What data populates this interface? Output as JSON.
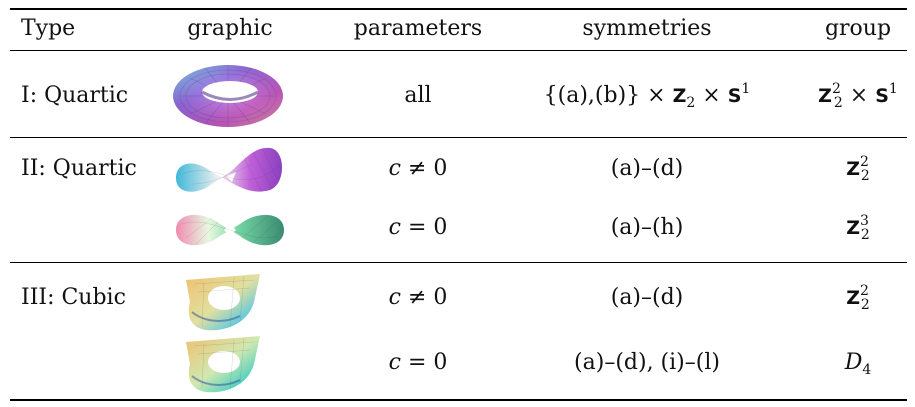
{
  "header": {
    "type": "Type",
    "graphic": "graphic",
    "parameters": "parameters",
    "symmetries": "symmetries",
    "group": "group"
  },
  "rows": [
    {
      "type": "I: Quartic",
      "parameters": "all",
      "symmetries_prefix": "{(a),(b)} × ",
      "group": "Z₂² × S¹"
    },
    {
      "type": "II: Quartic",
      "sub": [
        {
          "parameters": "c ≠ 0",
          "symmetries": "(a)–(d)",
          "group_exp": "2"
        },
        {
          "parameters": "c = 0",
          "symmetries": "(a)–(h)",
          "group_exp": "3"
        }
      ]
    },
    {
      "type": "III: Cubic",
      "sub": [
        {
          "parameters": "c ≠ 0",
          "symmetries": "(a)–(d)",
          "group_exp": "2"
        },
        {
          "parameters": "c = 0",
          "symmetries": "(a)–(d), (i)–(l)",
          "group_d": "D",
          "group_d_sub": "4"
        }
      ]
    }
  ],
  "icons": {
    "row1": "torus-icon",
    "row2a": "figure-eight-surface-icon",
    "row2b": "symmetric-figure-eight-surface-icon",
    "row3a": "cubic-surface-icon",
    "row3b": "cubic-surface-symmetric-icon"
  }
}
